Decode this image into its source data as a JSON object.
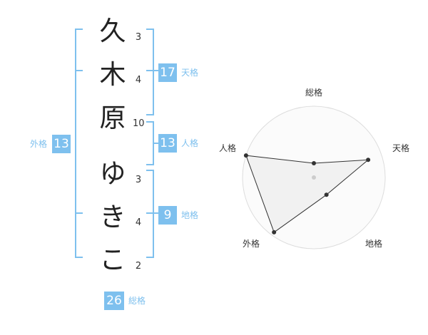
{
  "name_chars": [
    {
      "char": "久",
      "strokes": "3"
    },
    {
      "char": "木",
      "strokes": "4"
    },
    {
      "char": "原",
      "strokes": "10"
    },
    {
      "char": "ゆ",
      "strokes": "3"
    },
    {
      "char": "き",
      "strokes": "4"
    },
    {
      "char": "こ",
      "strokes": "2"
    }
  ],
  "fortune": {
    "tenkaku": {
      "value": "17",
      "label": "天格"
    },
    "jinkaku": {
      "value": "13",
      "label": "人格"
    },
    "chikaku": {
      "value": "9",
      "label": "地格"
    },
    "gaikaku": {
      "value": "13",
      "label": "外格"
    },
    "soukaku": {
      "value": "26",
      "label": "総格"
    }
  },
  "chart_data": {
    "type": "radar",
    "axes": [
      "総格",
      "天格",
      "地格",
      "外格",
      "人格"
    ],
    "values": [
      0.2,
      0.8,
      0.3,
      0.95,
      1.0
    ],
    "range": [
      0,
      1
    ],
    "rings": 4
  },
  "colors": {
    "accent": "#7ec0ee",
    "fill": "#efefef",
    "line": "#333333"
  }
}
